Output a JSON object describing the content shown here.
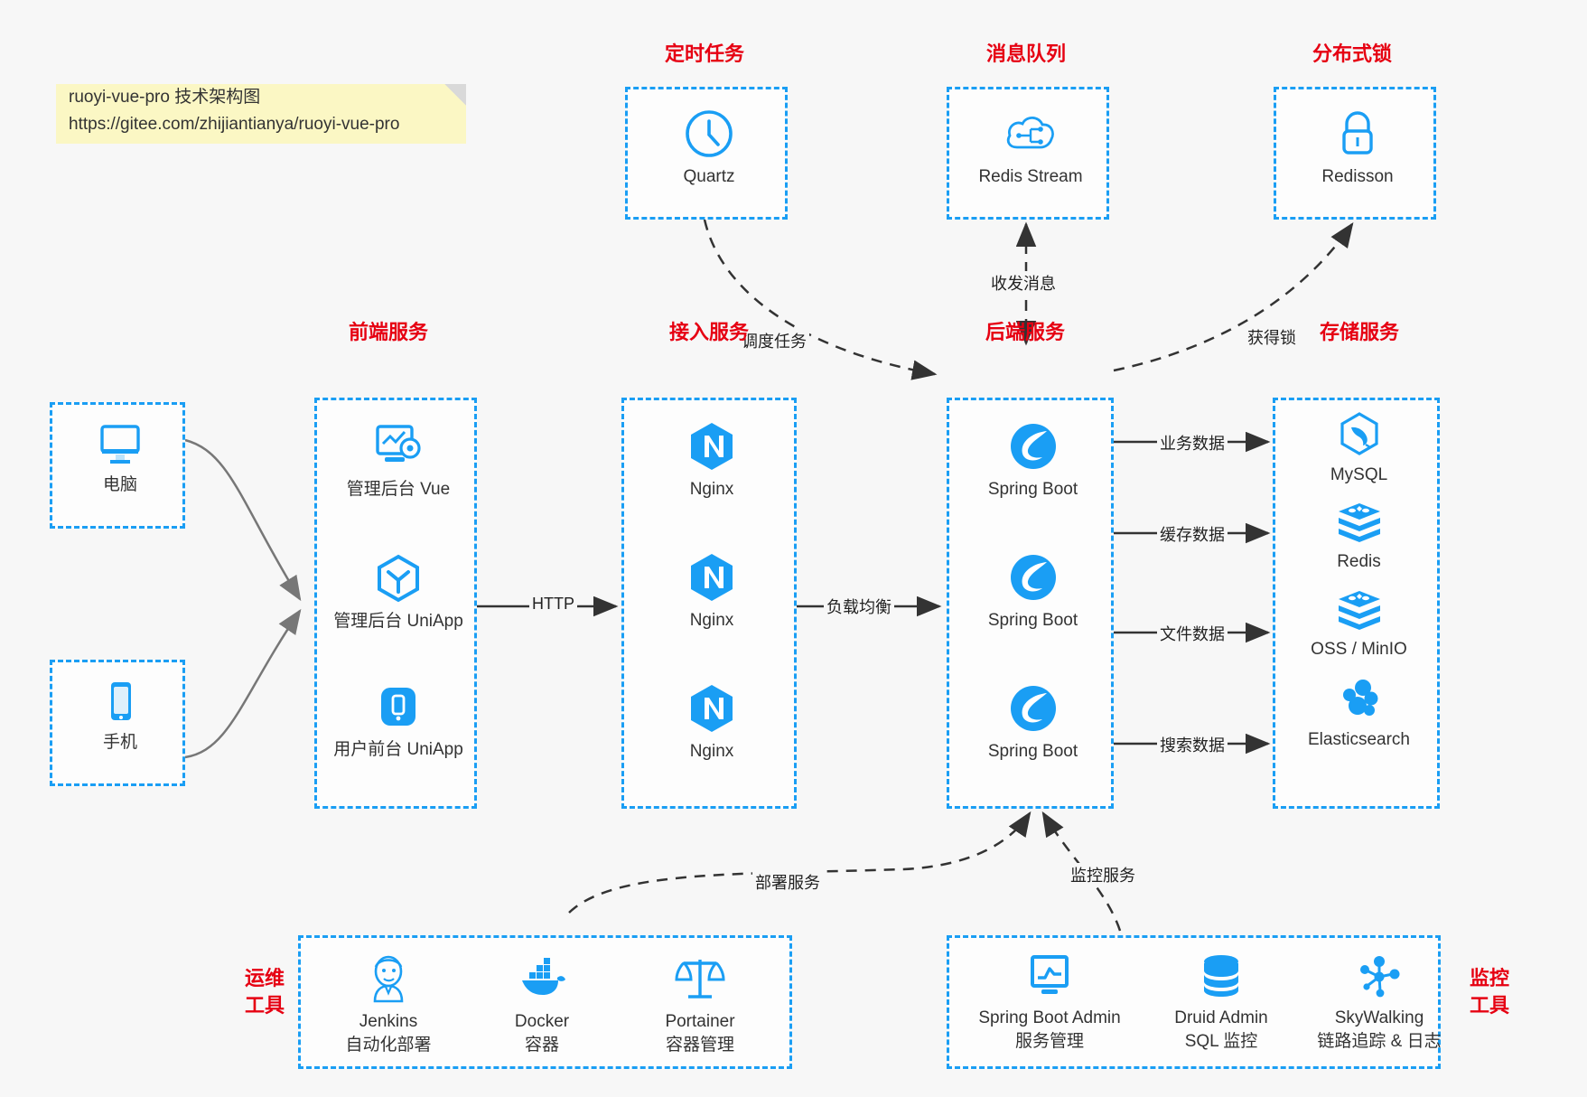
{
  "note": {
    "title": "ruoyi-vue-pro 技术架构图",
    "url": "https://gitee.com/zhijiantianya/ruoyi-vue-pro"
  },
  "colors": {
    "box_border": "#1a9ef4",
    "group_title": "#e60012",
    "icon_blue": "#1a9ef4",
    "background": "#f7f7f7",
    "note_bg": "#fbf7c4",
    "arrow": "#333333"
  },
  "groups": {
    "scheduler": {
      "title": "定时任务",
      "nodes": [
        {
          "label": "Quartz",
          "icon": "clock-icon"
        }
      ]
    },
    "mq": {
      "title": "消息队列",
      "nodes": [
        {
          "label": "Redis Stream",
          "icon": "cloud-network-icon"
        }
      ]
    },
    "lock": {
      "title": "分布式锁",
      "nodes": [
        {
          "label": "Redisson",
          "icon": "lock-icon"
        }
      ]
    },
    "clients": {
      "nodes": [
        {
          "label": "电脑",
          "icon": "desktop-monitor-icon"
        },
        {
          "label": "手机",
          "icon": "mobile-phone-icon"
        }
      ]
    },
    "frontend": {
      "title": "前端服务",
      "nodes": [
        {
          "label": "管理后台 Vue",
          "icon": "dashboard-settings-icon"
        },
        {
          "label": "管理后台 UniApp",
          "icon": "hexagon-cube-icon"
        },
        {
          "label": "用户前台 UniApp",
          "icon": "app-phone-icon"
        }
      ]
    },
    "gateway": {
      "title": "接入服务",
      "nodes": [
        {
          "label": "Nginx",
          "icon": "nginx-icon"
        },
        {
          "label": "Nginx",
          "icon": "nginx-icon"
        },
        {
          "label": "Nginx",
          "icon": "nginx-icon"
        }
      ]
    },
    "backend": {
      "title": "后端服务",
      "nodes": [
        {
          "label": "Spring Boot",
          "icon": "spring-boot-icon"
        },
        {
          "label": "Spring Boot",
          "icon": "spring-boot-icon"
        },
        {
          "label": "Spring Boot",
          "icon": "spring-boot-icon"
        }
      ]
    },
    "storage": {
      "title": "存储服务",
      "nodes": [
        {
          "label": "MySQL",
          "icon": "mysql-dolphin-icon"
        },
        {
          "label": "Redis",
          "icon": "redis-stack-icon"
        },
        {
          "label": "OSS / MinIO",
          "icon": "oss-stack-icon"
        },
        {
          "label": "Elasticsearch",
          "icon": "elasticsearch-icon"
        }
      ]
    },
    "devops": {
      "title_line1": "运维",
      "title_line2": "工具",
      "nodes": [
        {
          "label": "Jenkins",
          "sub": "自动化部署",
          "icon": "jenkins-butler-icon"
        },
        {
          "label": "Docker",
          "sub": "容器",
          "icon": "docker-whale-icon"
        },
        {
          "label": "Portainer",
          "sub": "容器管理",
          "icon": "scales-icon"
        }
      ]
    },
    "monitoring": {
      "title_line1": "监控",
      "title_line2": "工具",
      "nodes": [
        {
          "label": "Spring Boot Admin",
          "sub": "服务管理",
          "icon": "monitor-chart-icon"
        },
        {
          "label": "Druid Admin",
          "sub": "SQL 监控",
          "icon": "database-icon"
        },
        {
          "label": "SkyWalking",
          "sub": "链路追踪 & 日志",
          "icon": "skywalking-nodes-icon"
        }
      ]
    }
  },
  "edges": [
    {
      "id": "edge-http",
      "label": "HTTP"
    },
    {
      "id": "edge-load-balance",
      "label": "负载均衡"
    },
    {
      "id": "edge-schedule-task",
      "label": "调度任务"
    },
    {
      "id": "edge-send-receive-message",
      "label": "收发消息"
    },
    {
      "id": "edge-acquire-lock",
      "label": "获得锁"
    },
    {
      "id": "edge-business-data",
      "label": "业务数据"
    },
    {
      "id": "edge-cache-data",
      "label": "缓存数据"
    },
    {
      "id": "edge-file-data",
      "label": "文件数据"
    },
    {
      "id": "edge-search-data",
      "label": "搜索数据"
    },
    {
      "id": "edge-deploy-service",
      "label": "部署服务"
    },
    {
      "id": "edge-monitor-service",
      "label": "监控服务"
    }
  ]
}
